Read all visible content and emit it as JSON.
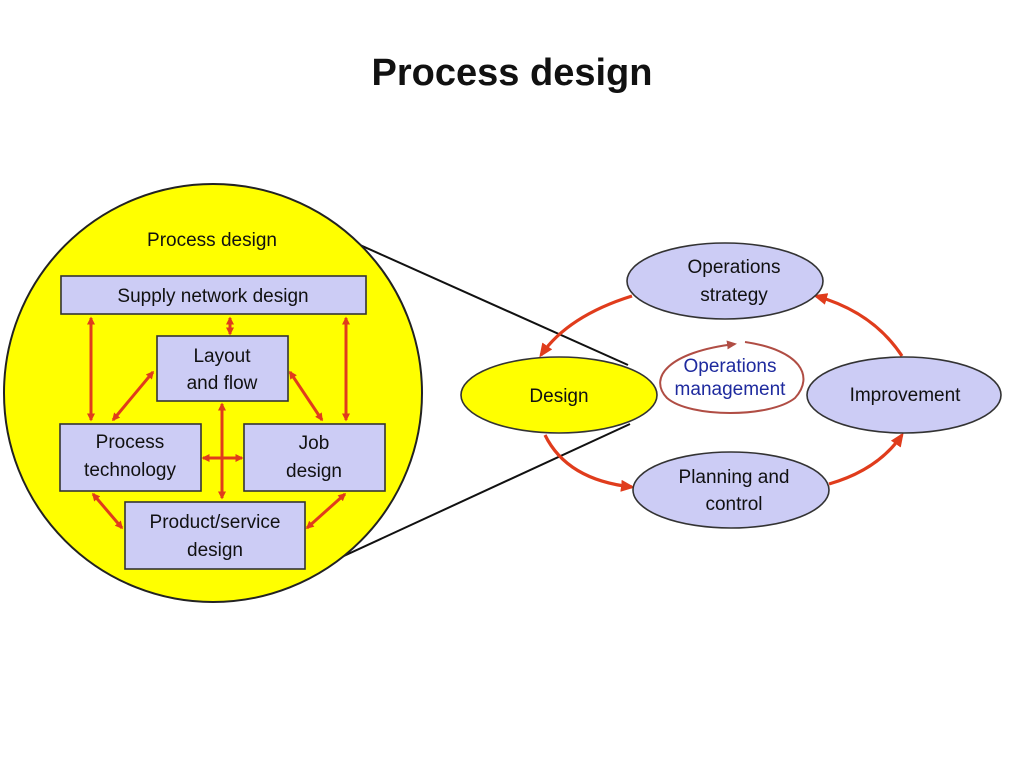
{
  "title": "Process design",
  "colors": {
    "circle_fill": "#ffff00",
    "box_fill": "#ccccf5",
    "arrow": "#e03c1c",
    "ops_text": "#1e2a9e"
  },
  "circle": {
    "label": "Process design",
    "boxes": {
      "supply": "Supply network design",
      "layout": [
        "Layout",
        "and flow"
      ],
      "process_tech": [
        "Process",
        "technology"
      ],
      "job": [
        "Job",
        "design"
      ],
      "product": [
        "Product/service",
        "design"
      ]
    }
  },
  "cycle": {
    "strategy": [
      "Operations",
      "strategy"
    ],
    "design": "Design",
    "improvement": "Improvement",
    "planning": [
      "Planning and",
      "control"
    ],
    "center": [
      "Operations",
      "management"
    ]
  }
}
